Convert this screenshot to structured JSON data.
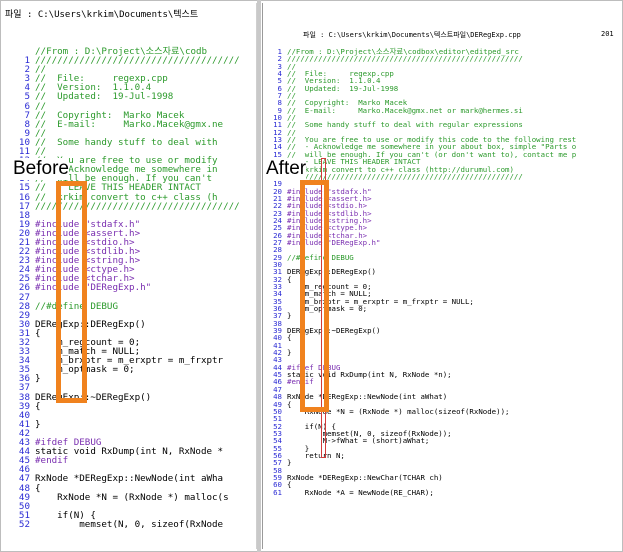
{
  "left_page": {
    "header": "파일 : C:\\Users\\krkim\\Documents\\텍스트",
    "lines": [
      {
        "n": "",
        "t": "//From : D:\\Project\\소스자료\\codb",
        "cls": "c"
      },
      {
        "n": "1",
        "t": "/////////////////////////////////////",
        "cls": "c"
      },
      {
        "n": "2",
        "t": "//",
        "cls": "c"
      },
      {
        "n": "3",
        "t": "//  File:     regexp.cpp",
        "cls": "c"
      },
      {
        "n": "4",
        "t": "//  Version:  1.1.0.4",
        "cls": "c"
      },
      {
        "n": "5",
        "t": "//  Updated:  19-Jul-1998",
        "cls": "c"
      },
      {
        "n": "6",
        "t": "//",
        "cls": "c"
      },
      {
        "n": "7",
        "t": "//  Copyright:  Marko Macek",
        "cls": "c"
      },
      {
        "n": "8",
        "t": "//  E-mail:     Marko.Macek@gmx.ne",
        "cls": "c"
      },
      {
        "n": "9",
        "t": "//",
        "cls": "c"
      },
      {
        "n": "10",
        "t": "//  Some handy stuff to deal with",
        "cls": "c"
      },
      {
        "n": "11",
        "t": "//",
        "cls": "c"
      },
      {
        "n": "12",
        "t": "//  You are free to use or modify",
        "cls": "c"
      },
      {
        "n": "13",
        "t": "//  - Acknowledge me somewhere in",
        "cls": "c"
      },
      {
        "n": "14",
        "t": "//  will be enough. If you can't",
        "cls": "c"
      },
      {
        "n": "15",
        "t": "//  - LEAVE THIS HEADER INTACT",
        "cls": "c"
      },
      {
        "n": "16",
        "t": "//  krkim convert to c++ class (h",
        "cls": "c"
      },
      {
        "n": "17",
        "t": "/////////////////////////////////////",
        "cls": "c"
      },
      {
        "n": "18",
        "t": "",
        "cls": "txt"
      },
      {
        "n": "19",
        "t": "#include \"stdafx.h\"",
        "cls": "p"
      },
      {
        "n": "20",
        "t": "#include <assert.h>",
        "cls": "p"
      },
      {
        "n": "21",
        "t": "#include <stdio.h>",
        "cls": "p"
      },
      {
        "n": "22",
        "t": "#include <stdlib.h>",
        "cls": "p"
      },
      {
        "n": "23",
        "t": "#include <string.h>",
        "cls": "p"
      },
      {
        "n": "24",
        "t": "#include <ctype.h>",
        "cls": "p"
      },
      {
        "n": "25",
        "t": "#include <tchar.h>",
        "cls": "p"
      },
      {
        "n": "26",
        "t": "#include \"DERegExp.h\"",
        "cls": "p"
      },
      {
        "n": "27",
        "t": "",
        "cls": "txt"
      },
      {
        "n": "28",
        "t": "//#define DEBUG",
        "cls": "c"
      },
      {
        "n": "29",
        "t": "",
        "cls": "txt"
      },
      {
        "n": "30",
        "t": "DERegExp::DERegExp()",
        "cls": "txt"
      },
      {
        "n": "31",
        "t": "{",
        "cls": "txt"
      },
      {
        "n": "32",
        "t": "    m_regcount = 0;",
        "cls": "txt"
      },
      {
        "n": "33",
        "t": "    m_match = NULL;",
        "cls": "txt"
      },
      {
        "n": "34",
        "t": "    m_brxptr = m_erxptr = m_frxptr",
        "cls": "txt"
      },
      {
        "n": "35",
        "t": "    m_optmask = 0;",
        "cls": "txt"
      },
      {
        "n": "36",
        "t": "}",
        "cls": "txt"
      },
      {
        "n": "37",
        "t": "",
        "cls": "txt"
      },
      {
        "n": "38",
        "t": "DERegExp::~DERegExp()",
        "cls": "txt"
      },
      {
        "n": "39",
        "t": "{",
        "cls": "txt"
      },
      {
        "n": "40",
        "t": "",
        "cls": "txt"
      },
      {
        "n": "41",
        "t": "}",
        "cls": "txt"
      },
      {
        "n": "42",
        "t": "",
        "cls": "txt"
      },
      {
        "n": "43",
        "t": "#ifdef DEBUG",
        "cls": "p"
      },
      {
        "n": "44",
        "t": "static void RxDump(int N, RxNode *",
        "cls": "txt"
      },
      {
        "n": "45",
        "t": "#endif",
        "cls": "p"
      },
      {
        "n": "46",
        "t": "",
        "cls": "txt"
      },
      {
        "n": "47",
        "t": "RxNode *DERegExp::NewNode(int aWha",
        "cls": "txt"
      },
      {
        "n": "48",
        "t": "{",
        "cls": "txt"
      },
      {
        "n": "49",
        "t": "    RxNode *N = (RxNode *) malloc(s",
        "cls": "txt"
      },
      {
        "n": "50",
        "t": "",
        "cls": "txt"
      },
      {
        "n": "51",
        "t": "    if(N) {",
        "cls": "txt"
      },
      {
        "n": "52",
        "t": "        memset(N, 0, sizeof(RxNode",
        "cls": "txt"
      }
    ]
  },
  "right_page": {
    "header": "파일 : C:\\Users\\krkim\\Documents\\텍스트파일\\DERegExp.cpp",
    "header_right": "201",
    "lines": [
      {
        "n": "1",
        "t": "//From : D:\\Project\\소스자료\\codbox\\editor\\editped_src",
        "cls": "c"
      },
      {
        "n": "2",
        "t": "/////////////////////////////////////////////////////",
        "cls": "c"
      },
      {
        "n": "3",
        "t": "//",
        "cls": "c"
      },
      {
        "n": "4",
        "t": "//  File:     regexp.cpp",
        "cls": "c"
      },
      {
        "n": "5",
        "t": "//  Version:  1.1.0.4",
        "cls": "c"
      },
      {
        "n": "6",
        "t": "//  Updated:  19-Jul-1998",
        "cls": "c"
      },
      {
        "n": "7",
        "t": "//",
        "cls": "c"
      },
      {
        "n": "8",
        "t": "//  Copyright:  Marko Macek",
        "cls": "c"
      },
      {
        "n": "9",
        "t": "//  E-mail:     Marko.Macek@gmx.net or mark@hermes.si",
        "cls": "c"
      },
      {
        "n": "10",
        "t": "//",
        "cls": "c"
      },
      {
        "n": "11",
        "t": "//  Some handy stuff to deal with regular expressions",
        "cls": "c"
      },
      {
        "n": "12",
        "t": "//",
        "cls": "c"
      },
      {
        "n": "13",
        "t": "//  You are free to use or modify this code to the following rest",
        "cls": "c"
      },
      {
        "n": "14",
        "t": "//  - Acknowledge me somewhere in your about box, simple \"Parts o",
        "cls": "c"
      },
      {
        "n": "15",
        "t": "//  will be enough. If you can't (or don't want to), contact me p",
        "cls": "c"
      },
      {
        "n": "16",
        "t": "//  - LEAVE THIS HEADER INTACT",
        "cls": "c"
      },
      {
        "n": "17",
        "t": "//  krkim convert to c++ class (http://durumul.com)",
        "cls": "c"
      },
      {
        "n": "18",
        "t": "/////////////////////////////////////////////////////",
        "cls": "c"
      },
      {
        "n": "19",
        "t": "",
        "cls": "txt"
      },
      {
        "n": "20",
        "t": "#include \"stdafx.h\"",
        "cls": "p"
      },
      {
        "n": "21",
        "t": "#include <assert.h>",
        "cls": "p"
      },
      {
        "n": "22",
        "t": "#include <stdio.h>",
        "cls": "p"
      },
      {
        "n": "23",
        "t": "#include <stdlib.h>",
        "cls": "p"
      },
      {
        "n": "24",
        "t": "#include <string.h>",
        "cls": "p"
      },
      {
        "n": "25",
        "t": "#include <ctype.h>",
        "cls": "p"
      },
      {
        "n": "26",
        "t": "#include <tchar.h>",
        "cls": "p"
      },
      {
        "n": "27",
        "t": "#include \"DERegExp.h\"",
        "cls": "p"
      },
      {
        "n": "28",
        "t": "",
        "cls": "txt"
      },
      {
        "n": "29",
        "t": "//#define DEBUG",
        "cls": "c"
      },
      {
        "n": "30",
        "t": "",
        "cls": "txt"
      },
      {
        "n": "31",
        "t": "DERegExp::DERegExp()",
        "cls": "txt"
      },
      {
        "n": "32",
        "t": "{",
        "cls": "txt"
      },
      {
        "n": "33",
        "t": "    m_regcount = 0;",
        "cls": "txt"
      },
      {
        "n": "34",
        "t": "    m_match = NULL;",
        "cls": "txt"
      },
      {
        "n": "35",
        "t": "    m_brxptr = m_erxptr = m_frxptr = NULL;",
        "cls": "txt"
      },
      {
        "n": "36",
        "t": "    m_optmask = 0;",
        "cls": "txt"
      },
      {
        "n": "37",
        "t": "}",
        "cls": "txt"
      },
      {
        "n": "38",
        "t": "",
        "cls": "txt"
      },
      {
        "n": "39",
        "t": "DERegExp::~DERegExp()",
        "cls": "txt"
      },
      {
        "n": "40",
        "t": "{",
        "cls": "txt"
      },
      {
        "n": "41",
        "t": "",
        "cls": "txt"
      },
      {
        "n": "42",
        "t": "}",
        "cls": "txt"
      },
      {
        "n": "43",
        "t": "",
        "cls": "txt"
      },
      {
        "n": "44",
        "t": "#ifdef DEBUG",
        "cls": "p"
      },
      {
        "n": "45",
        "t": "static void RxDump(int N, RxNode *n);",
        "cls": "txt"
      },
      {
        "n": "46",
        "t": "#endif",
        "cls": "p"
      },
      {
        "n": "47",
        "t": "",
        "cls": "txt"
      },
      {
        "n": "48",
        "t": "RxNode *DERegExp::NewNode(int aWhat)",
        "cls": "txt"
      },
      {
        "n": "49",
        "t": "{",
        "cls": "txt"
      },
      {
        "n": "50",
        "t": "    RxNode *N = (RxNode *) malloc(sizeof(RxNode));",
        "cls": "txt"
      },
      {
        "n": "51",
        "t": "",
        "cls": "txt"
      },
      {
        "n": "52",
        "t": "    if(N) {",
        "cls": "txt"
      },
      {
        "n": "53",
        "t": "        memset(N, 0, sizeof(RxNode));",
        "cls": "txt"
      },
      {
        "n": "54",
        "t": "        N->fWhat = (short)aWhat;",
        "cls": "txt"
      },
      {
        "n": "55",
        "t": "    }",
        "cls": "txt"
      },
      {
        "n": "56",
        "t": "    return N;",
        "cls": "txt"
      },
      {
        "n": "57",
        "t": "}",
        "cls": "txt"
      },
      {
        "n": "58",
        "t": "",
        "cls": "txt"
      },
      {
        "n": "59",
        "t": "RxNode *DERegExp::NewChar(TCHAR ch)",
        "cls": "txt"
      },
      {
        "n": "60",
        "t": "{",
        "cls": "txt"
      },
      {
        "n": "61",
        "t": "    RxNode *A = NewNode(RE_CHAR);",
        "cls": "txt"
      }
    ]
  },
  "labels": {
    "before": "Before",
    "after": "After"
  },
  "colors": {
    "highlight": "#f0821e",
    "marker": "#d23a3a",
    "line_number": "#2b2bd4",
    "comment": "#2c9a2c"
  }
}
